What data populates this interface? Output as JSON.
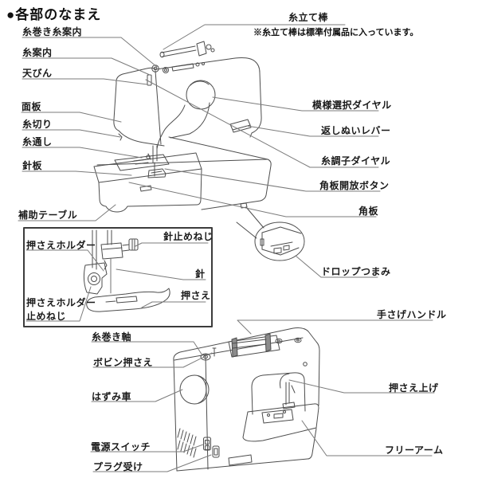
{
  "title": "●各部のなまえ",
  "note": "※糸立て棒は標準付属品に入っています。",
  "colors": {
    "background": "#ffffff",
    "machine_line": "#4d4d4d",
    "leader_line": "#7b7b7b",
    "inset_border": "#3c3c3c",
    "text": "#1a1a1a",
    "handle_fill": "#8c8c8c"
  },
  "labels": {
    "itomaki_itoannai": "糸巻き糸案内",
    "itoannai": "糸案内",
    "tenbin": "天びん",
    "menban": "面板",
    "itokiri": "糸切り",
    "itotooshi": "糸通し",
    "hariita": "針板",
    "hojo_table": "補助テーブル",
    "itotatebou": "糸立て棒",
    "moyou_sentaku_dial": "模様選択ダイヤル",
    "kaeshinui_lever": "返しぬいレバー",
    "itochoushi_dial": "糸調子ダイヤル",
    "kakuban_kaihou_button": "角板開放ボタン",
    "kakuban": "角板",
    "drop_tsumami": "ドロップつまみ",
    "osae_holder": "押さえホルダー",
    "hari_tome_neji": "針止めねじ",
    "hari": "針",
    "osae": "押さえ",
    "osae_holder_tome_neji_line1": "押さえホルダー",
    "osae_holder_tome_neji_line2": "止めねじ",
    "itomaki_jiku": "糸巻き軸",
    "bobbin_osae": "ボビン押さえ",
    "hazumiguruma": "はずみ車",
    "dengen_switch": "電源スイッチ",
    "plug_uke": "プラグ受け",
    "tesage_handle": "手さげハンドル",
    "osae_age": "押さえ上げ",
    "free_arm": "フリーアーム"
  }
}
